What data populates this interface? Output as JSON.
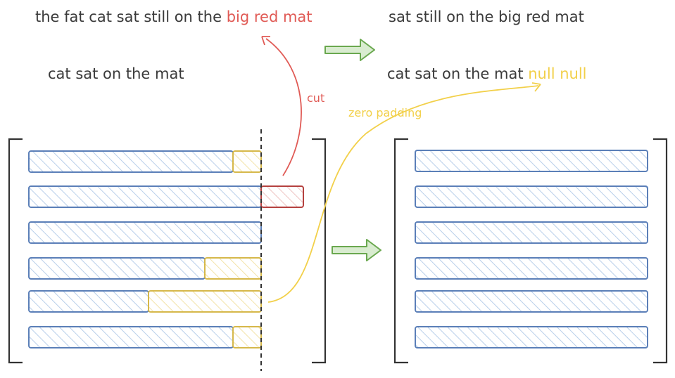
{
  "top_left": {
    "sentence_plain": "the fat cat sat still on the ",
    "sentence_highlight": "big red mat",
    "short_sentence": "cat sat on the mat"
  },
  "top_right": {
    "cut_result": "sat still on the big red mat",
    "padded_plain": "cat sat on the mat ",
    "padded_highlight": "null null"
  },
  "annotations": {
    "cut": "cut",
    "zero_padding": "zero padding"
  },
  "left_matrix": {
    "rows": [
      {
        "tail": "pad"
      },
      {
        "tail": "cut"
      },
      {
        "tail": "none"
      },
      {
        "tail": "pad"
      },
      {
        "tail": "pad"
      },
      {
        "tail": "pad"
      }
    ]
  },
  "right_matrix": {
    "row_count": 6
  },
  "colors": {
    "blue": "#5b7fb8",
    "red": "#b5413f",
    "yellow": "#d6b84a",
    "green": "#6aa84f",
    "text": "#3a3a3a"
  }
}
